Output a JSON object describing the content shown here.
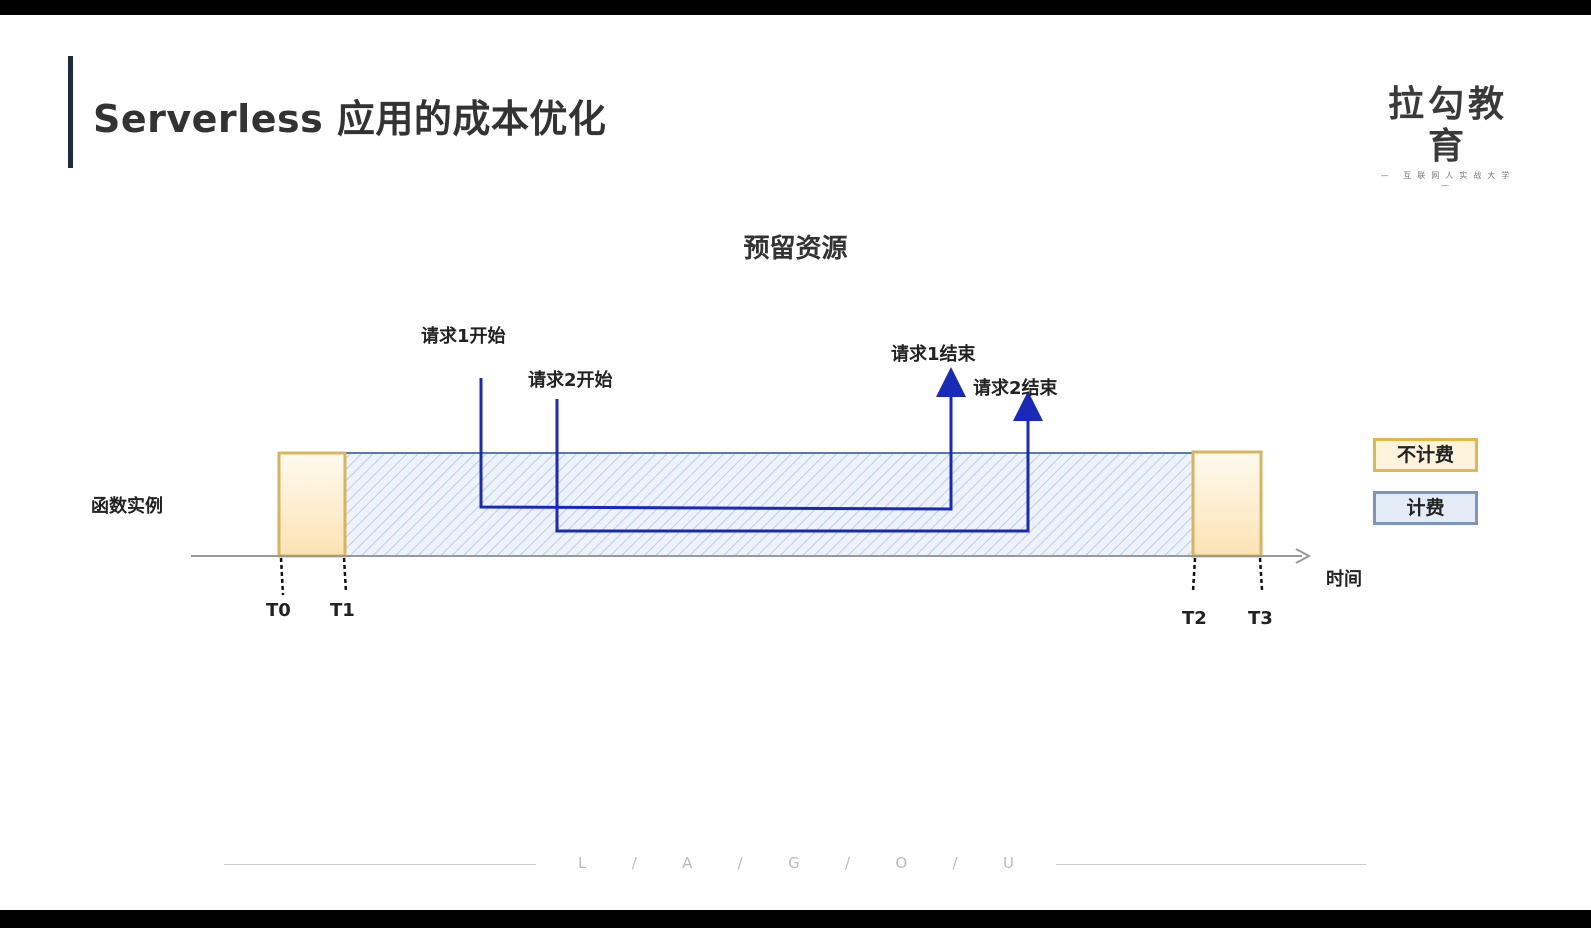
{
  "slide": {
    "title": "Serverless 应用的成本优化",
    "logo": {
      "main": "拉勾教育",
      "sub": "— 互联网人实战大学 —"
    },
    "subtitle": "预留资源"
  },
  "diagram": {
    "row_label": "函数实例",
    "axis_label": "时间",
    "time_marks": [
      "T0",
      "T1",
      "T2",
      "T3"
    ],
    "requests": [
      {
        "start_label": "请求1开始",
        "end_label": "请求1结束"
      },
      {
        "start_label": "请求2开始",
        "end_label": "请求2结束"
      }
    ],
    "legend": [
      {
        "label": "不计费",
        "color": "#e2b84a"
      },
      {
        "label": "计费",
        "color": "#7d95bf"
      }
    ],
    "colors": {
      "request_line": "#1a2ab8",
      "billed_fill": "#c7d8f0",
      "unbilled_fill": "#fbe6bd"
    }
  },
  "footer": {
    "letters": [
      "L",
      "/",
      "A",
      "/",
      "G",
      "/",
      "O",
      "/",
      "U"
    ]
  }
}
